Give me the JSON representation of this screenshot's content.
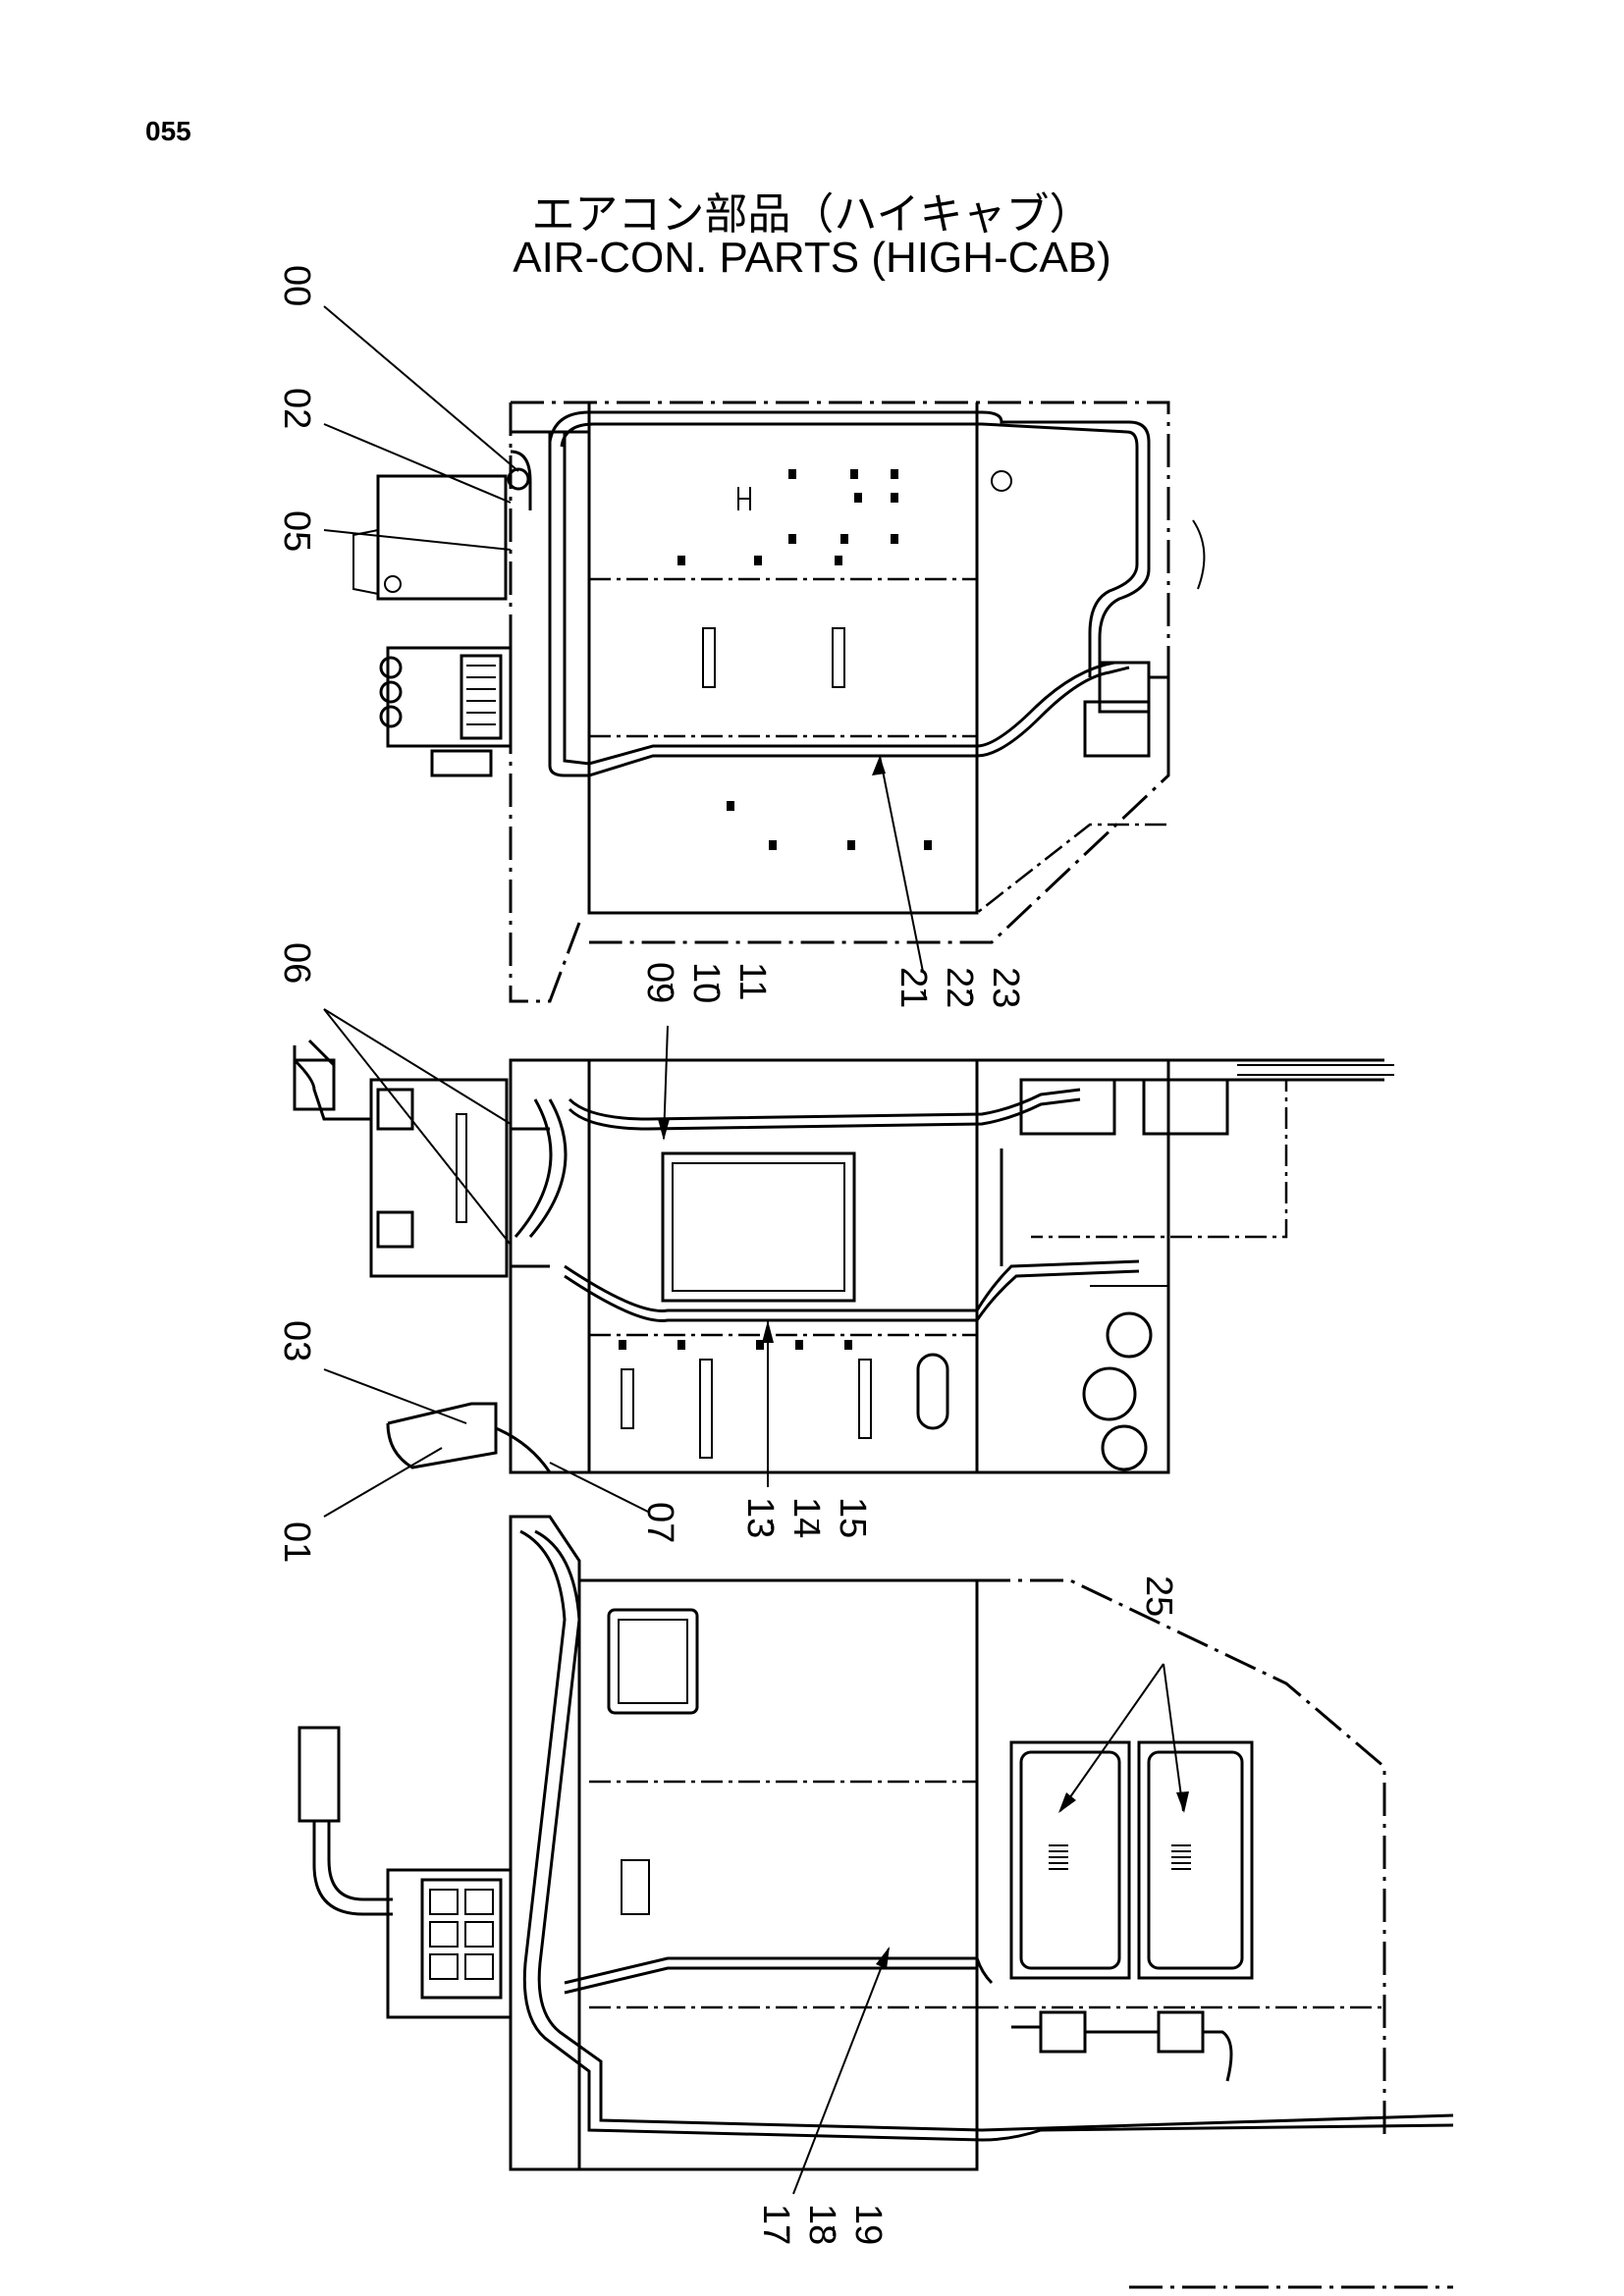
{
  "page_number": "055",
  "title_jp": "エアコン部品（ハイキャブ）",
  "title_en": "AIR-CON. PARTS (HIGH-CAB)",
  "callouts": {
    "c00": "00",
    "c02": "02",
    "c05": "05",
    "c06": "06",
    "c03": "03",
    "c01": "01",
    "c07": "07",
    "c09": "09",
    "c10": "10",
    "c11": "11",
    "c13": "13",
    "c14": "14",
    "c15": "15",
    "c17": "17",
    "c18": "18",
    "c19": "19",
    "c21": "21",
    "c22": "22",
    "c23": "23",
    "c25": "25"
  }
}
